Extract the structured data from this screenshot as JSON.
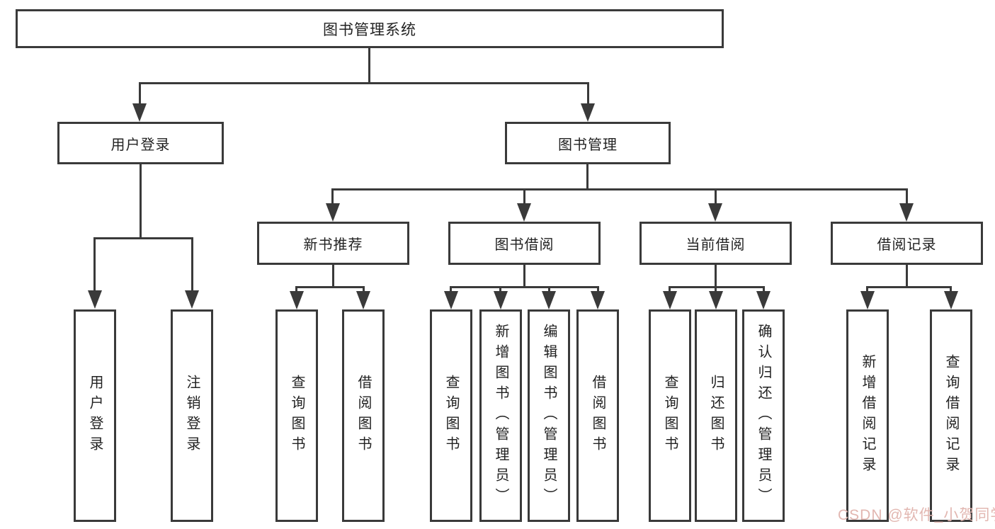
{
  "root": {
    "label": "图书管理系统"
  },
  "level1": [
    {
      "label": "用户登录"
    },
    {
      "label": "图书管理"
    }
  ],
  "level2": [
    {
      "label": "新书推荐"
    },
    {
      "label": "图书借阅"
    },
    {
      "label": "当前借阅"
    },
    {
      "label": "借阅记录"
    }
  ],
  "leaves": {
    "user_login": [
      {
        "label": "用户登录"
      },
      {
        "label": "注销登录"
      }
    ],
    "new_book_rec": [
      {
        "label": "查询图书"
      },
      {
        "label": "借阅图书"
      }
    ],
    "book_borrow": [
      {
        "label": "查询图书"
      },
      {
        "label": "新增图书（管理员）"
      },
      {
        "label": "编辑图书（管理员）"
      },
      {
        "label": "借阅图书"
      }
    ],
    "current_borrow": [
      {
        "label": "查询图书"
      },
      {
        "label": "归还图书"
      },
      {
        "label": "确认归还（管理员）"
      }
    ],
    "borrow_records": [
      {
        "label": "新增借阅记录"
      },
      {
        "label": "查询借阅记录"
      }
    ]
  },
  "watermark": {
    "text": "CSDN @软件_小贺同学",
    "color": "#e2b7b1"
  },
  "colors": {
    "line": "#3a3a3a",
    "background": "#ffffff",
    "text": "#222222"
  }
}
